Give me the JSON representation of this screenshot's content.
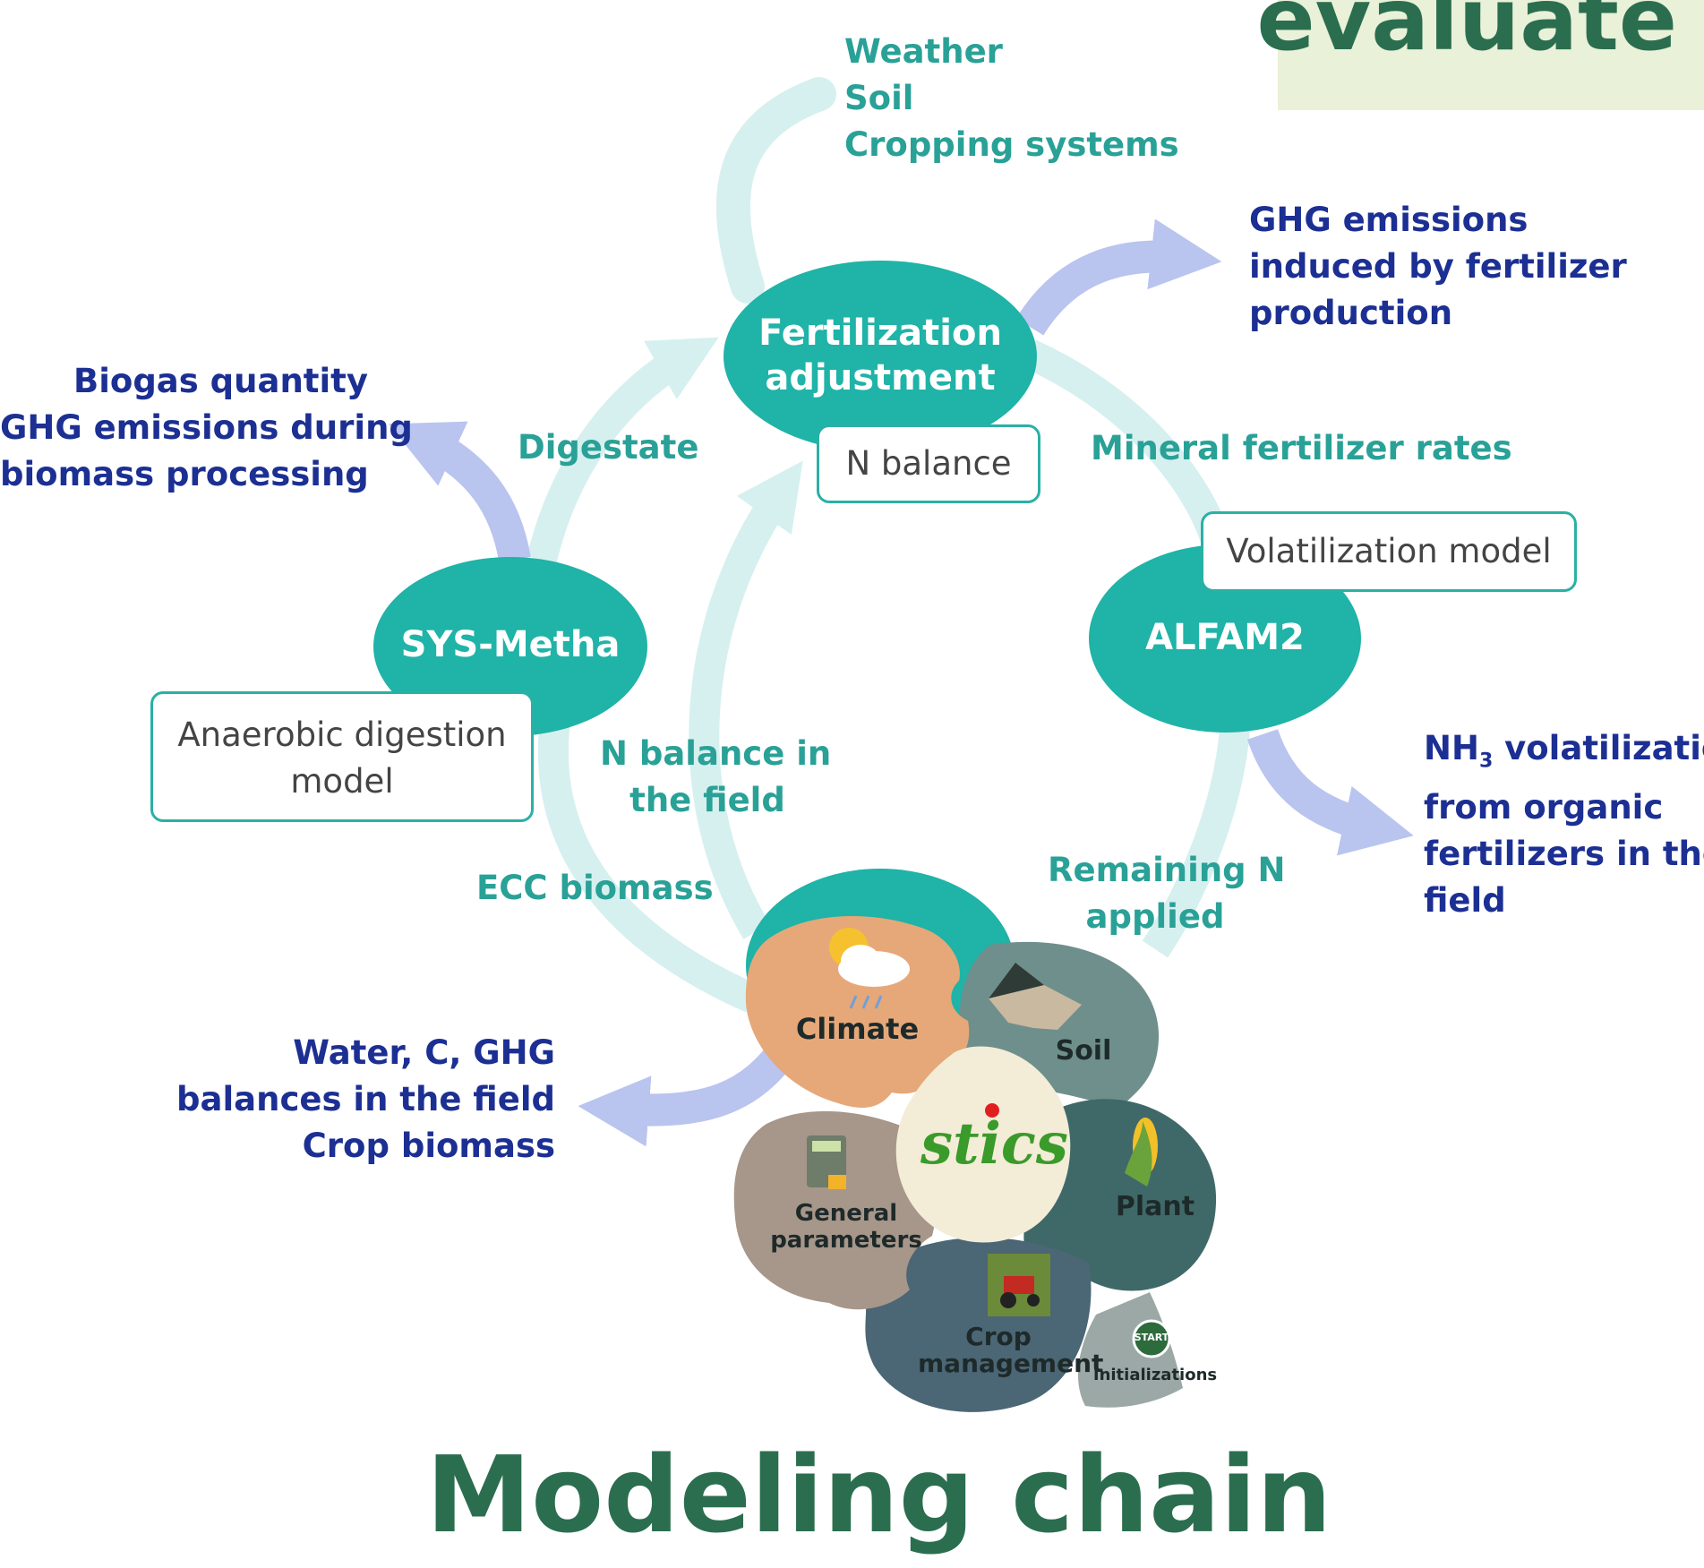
{
  "header": {
    "corner_word": "evaluate"
  },
  "title": "Modeling chain",
  "nodes": {
    "fertilization": {
      "line1": "Fertilization",
      "line2": "adjustment"
    },
    "sysmetha": "SYS-Metha",
    "alfam2": "ALFAM2"
  },
  "boxes": {
    "n_balance": "N balance",
    "volatilization": "Volatilization model",
    "anaerobic": {
      "line1": "Anaerobic digestion",
      "line2": "model"
    }
  },
  "flows": {
    "inputs": [
      "Weather",
      "Soil",
      "Cropping systems"
    ],
    "digestate": "Digestate",
    "mineral": "Mineral fertilizer rates",
    "n_balance_field": [
      "N balance in",
      "the field"
    ],
    "ecc_biomass": "ECC biomass",
    "remaining_n": [
      "Remaining N",
      "applied"
    ]
  },
  "outputs": {
    "ghg_fert": [
      "GHG emissions",
      "induced by fertilizer",
      "production"
    ],
    "biogas": [
      "Biogas quantity",
      "GHG emissions during",
      "biomass processing"
    ],
    "nh3": {
      "nh": "NH",
      "sub": "3",
      "rest": " volatilization",
      "lines": [
        "from organic",
        "fertilizers in the",
        "field"
      ]
    },
    "water": [
      "Water, C, GHG",
      "balances in the field",
      "Crop biomass"
    ]
  },
  "stics": {
    "logo": "stics",
    "modules": {
      "climate": "Climate",
      "soil": "Soil",
      "plant": "Plant",
      "general": [
        "General",
        "parameters"
      ],
      "crop": [
        "Crop",
        "management"
      ],
      "init": "Initializations",
      "start": "START"
    }
  },
  "colors": {
    "teal_node": "#20b3a7",
    "teal_text": "#29a197",
    "navy_text": "#1c2f93",
    "light_arrow": "#d6f0ef",
    "blue_arrow": "#b9c4ef",
    "title_green": "#2b6e4f"
  }
}
